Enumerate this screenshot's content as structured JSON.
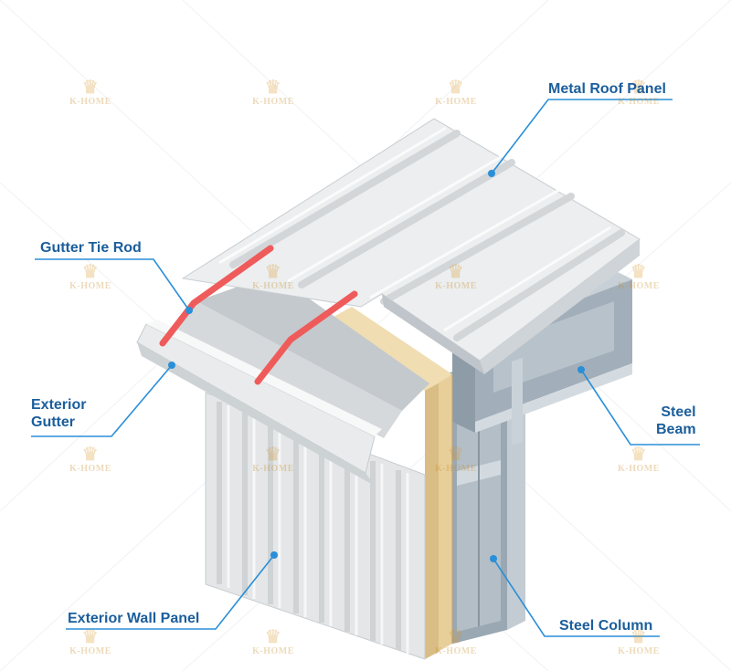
{
  "labels": {
    "metal_roof_panel": "Metal Roof Panel",
    "gutter_tie_rod": "Gutter Tie Rod",
    "exterior_gutter_line1": "Exterior",
    "exterior_gutter_line2": "Gutter",
    "steel_beam_line1": "Steel",
    "steel_beam_line2": "Beam",
    "exterior_wall_panel": "Exterior Wall Panel",
    "steel_column": "Steel Column"
  },
  "watermark": {
    "text": "K-HOME"
  },
  "colors": {
    "label_text": "#1b5e9c",
    "leader_line": "#2a8fd8",
    "tie_rod": "#ef5b5b",
    "insulation": "#e8cf9a",
    "steel": "#a7b4bf",
    "panel": "#e6e8e9"
  }
}
